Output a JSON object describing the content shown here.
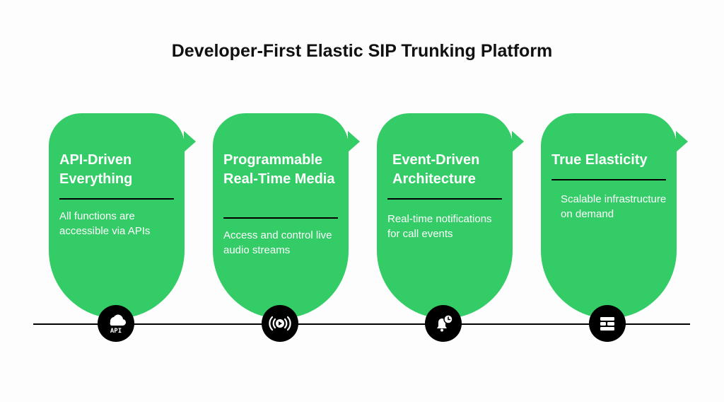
{
  "title": "Developer-First Elastic SIP Trunking Platform",
  "colors": {
    "card": "#33cc66",
    "line": "#000000",
    "node": "#000000",
    "text": "#ffffff"
  },
  "cards": [
    {
      "title": "API-Driven Everything",
      "description": "All functions are accessible via APIs",
      "icon": "api-cloud-icon",
      "icon_text": "API"
    },
    {
      "title": "Programmable Real-Time Media",
      "description": "Access and control live audio streams",
      "icon": "broadcast-icon"
    },
    {
      "title": "Event-Driven Architecture",
      "description": "Real-time notifications for call events",
      "icon": "bell-clock-icon"
    },
    {
      "title": "True Elasticity",
      "description": "Scalable infrastructure on demand",
      "icon": "server-rack-icon"
    }
  ]
}
